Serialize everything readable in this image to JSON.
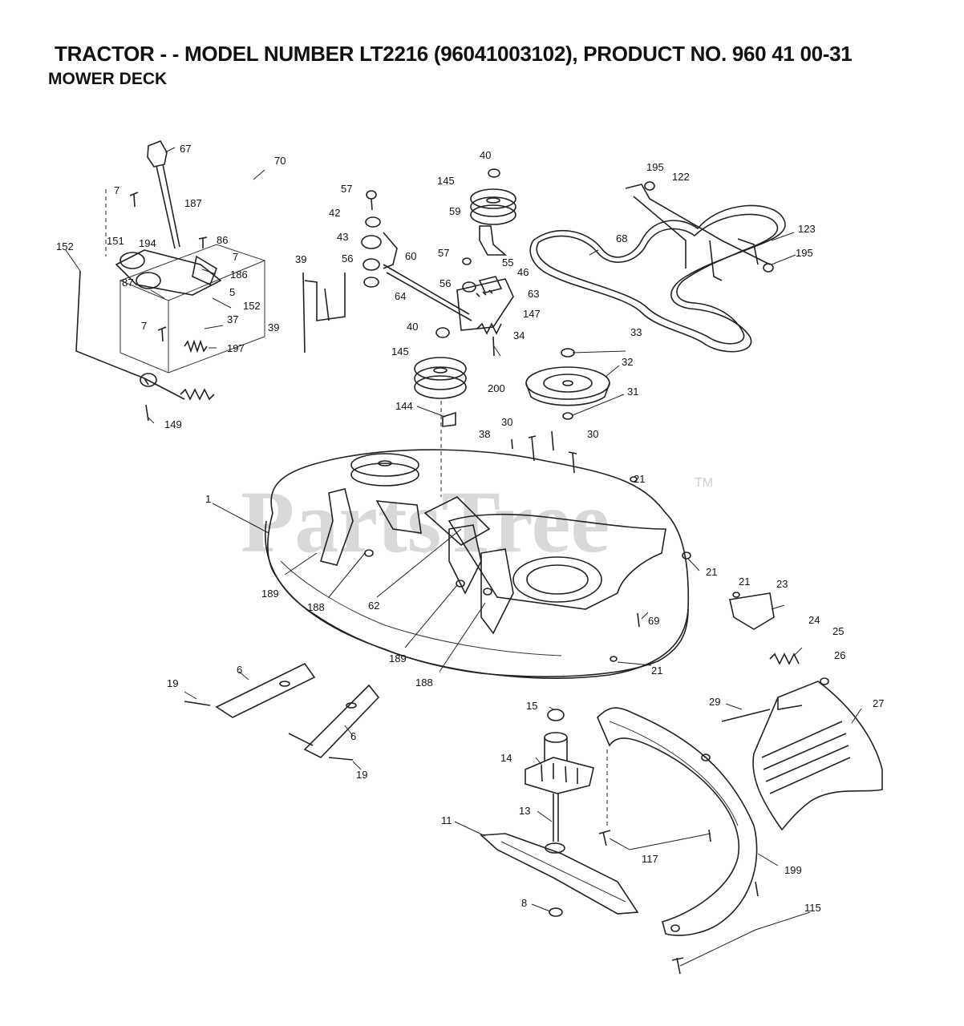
{
  "header": {
    "title": "TRACTOR - - MODEL NUMBER LT2216 (96041003102), PRODUCT NO. 960 41 00-31",
    "subtitle": "MOWER DECK"
  },
  "watermark": {
    "text": "PartsTree",
    "trademark": "TM"
  },
  "callouts": [
    {
      "label": "67"
    },
    {
      "label": "70"
    },
    {
      "label": "187"
    },
    {
      "label": "7"
    },
    {
      "label": "86"
    },
    {
      "label": "152"
    },
    {
      "label": "151"
    },
    {
      "label": "194"
    },
    {
      "label": "7"
    },
    {
      "label": "186"
    },
    {
      "label": "87"
    },
    {
      "label": "5"
    },
    {
      "label": "152"
    },
    {
      "label": "37"
    },
    {
      "label": "7"
    },
    {
      "label": "197"
    },
    {
      "label": "149"
    },
    {
      "label": "57"
    },
    {
      "label": "42"
    },
    {
      "label": "43"
    },
    {
      "label": "56"
    },
    {
      "label": "60"
    },
    {
      "label": "39"
    },
    {
      "label": "64"
    },
    {
      "label": "39"
    },
    {
      "label": "40"
    },
    {
      "label": "145"
    },
    {
      "label": "59"
    },
    {
      "label": "57"
    },
    {
      "label": "55"
    },
    {
      "label": "46"
    },
    {
      "label": "56"
    },
    {
      "label": "63"
    },
    {
      "label": "147"
    },
    {
      "label": "40"
    },
    {
      "label": "34"
    },
    {
      "label": "145"
    },
    {
      "label": "200"
    },
    {
      "label": "144"
    },
    {
      "label": "195"
    },
    {
      "label": "122"
    },
    {
      "label": "68"
    },
    {
      "label": "123"
    },
    {
      "label": "195"
    },
    {
      "label": "33"
    },
    {
      "label": "32"
    },
    {
      "label": "31"
    },
    {
      "label": "30"
    },
    {
      "label": "30"
    },
    {
      "label": "38"
    },
    {
      "label": "21"
    },
    {
      "label": "1"
    },
    {
      "label": "21"
    },
    {
      "label": "21"
    },
    {
      "label": "23"
    },
    {
      "label": "189"
    },
    {
      "label": "188"
    },
    {
      "label": "62"
    },
    {
      "label": "69"
    },
    {
      "label": "24"
    },
    {
      "label": "25"
    },
    {
      "label": "189"
    },
    {
      "label": "188"
    },
    {
      "label": "21"
    },
    {
      "label": "26"
    },
    {
      "label": "19"
    },
    {
      "label": "6"
    },
    {
      "label": "6"
    },
    {
      "label": "19"
    },
    {
      "label": "15"
    },
    {
      "label": "29"
    },
    {
      "label": "27"
    },
    {
      "label": "14"
    },
    {
      "label": "11"
    },
    {
      "label": "13"
    },
    {
      "label": "117"
    },
    {
      "label": "199"
    },
    {
      "label": "8"
    },
    {
      "label": "115"
    }
  ]
}
